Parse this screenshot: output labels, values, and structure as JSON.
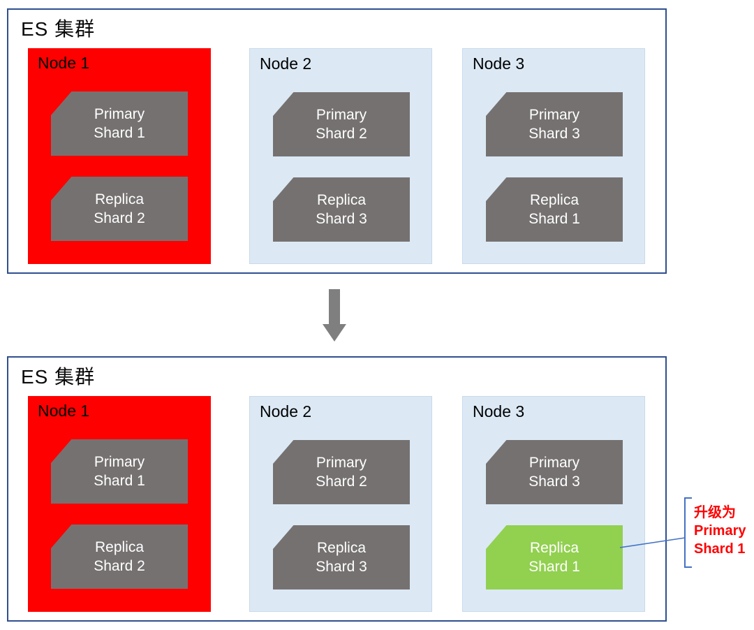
{
  "colors": {
    "cluster_border": "#2f4f8f",
    "node_fill_normal": "#dce9f5",
    "node_fill_failed": "#ff0000",
    "shard_fill_gray": "#767171",
    "shard_fill_promoted": "#92d050",
    "shard_text": "#ffffff",
    "arrow": "#7f7f7f",
    "annotation_text": "#ff0000",
    "connector_blue": "#4472c4"
  },
  "icons": {
    "transition": "down-arrow-icon"
  },
  "clusters": [
    {
      "title": "ES 集群",
      "state": "before-failover",
      "nodes": [
        {
          "label": "Node 1",
          "status": "failed",
          "shards": [
            {
              "line1": "Primary",
              "line2": "Shard 1",
              "status": "normal"
            },
            {
              "line1": "Replica",
              "line2": "Shard 2",
              "status": "normal"
            }
          ]
        },
        {
          "label": "Node 2",
          "status": "normal",
          "shards": [
            {
              "line1": "Primary",
              "line2": "Shard 2",
              "status": "normal"
            },
            {
              "line1": "Replica",
              "line2": "Shard 3",
              "status": "normal"
            }
          ]
        },
        {
          "label": "Node 3",
          "status": "normal",
          "shards": [
            {
              "line1": "Primary",
              "line2": "Shard 3",
              "status": "normal"
            },
            {
              "line1": "Replica",
              "line2": "Shard 1",
              "status": "normal"
            }
          ]
        }
      ]
    },
    {
      "title": "ES 集群",
      "state": "after-failover",
      "nodes": [
        {
          "label": "Node 1",
          "status": "failed",
          "shards": [
            {
              "line1": "Primary",
              "line2": "Shard 1",
              "status": "normal"
            },
            {
              "line1": "Replica",
              "line2": "Shard 2",
              "status": "normal"
            }
          ]
        },
        {
          "label": "Node 2",
          "status": "normal",
          "shards": [
            {
              "line1": "Primary",
              "line2": "Shard 2",
              "status": "normal"
            },
            {
              "line1": "Replica",
              "line2": "Shard 3",
              "status": "normal"
            }
          ]
        },
        {
          "label": "Node 3",
          "status": "normal",
          "shards": [
            {
              "line1": "Primary",
              "line2": "Shard 3",
              "status": "normal"
            },
            {
              "line1": "Replica",
              "line2": "Shard 1",
              "status": "promoted"
            }
          ]
        }
      ]
    }
  ],
  "annotation": {
    "line1": "升级为",
    "line2": "Primary",
    "line3": "Shard 1"
  }
}
